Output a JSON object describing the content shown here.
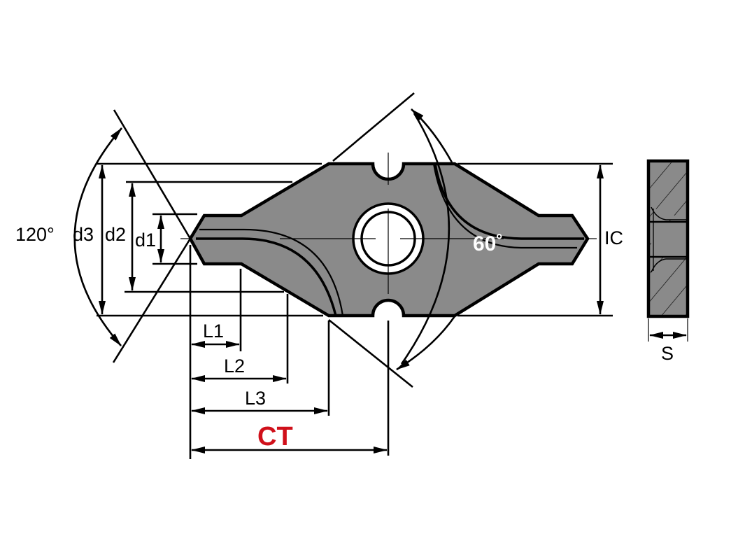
{
  "diagram": {
    "title": "Insert dimension drawing",
    "colors": {
      "insert_fill": "#8a8a8a",
      "outline": "#000000",
      "background": "#ffffff",
      "ct_label": "#d0101a",
      "angle_60_label": "#ffffff"
    },
    "labels": {
      "angle_120": "120°",
      "d3": "d3",
      "d2": "d2",
      "d1": "d1",
      "L1": "L1",
      "L2": "L2",
      "L3": "L3",
      "CT": "CT",
      "angle_60": "60˚",
      "IC": "IC",
      "S": "S"
    },
    "views": [
      "top-view-insert",
      "side-section-view"
    ]
  }
}
